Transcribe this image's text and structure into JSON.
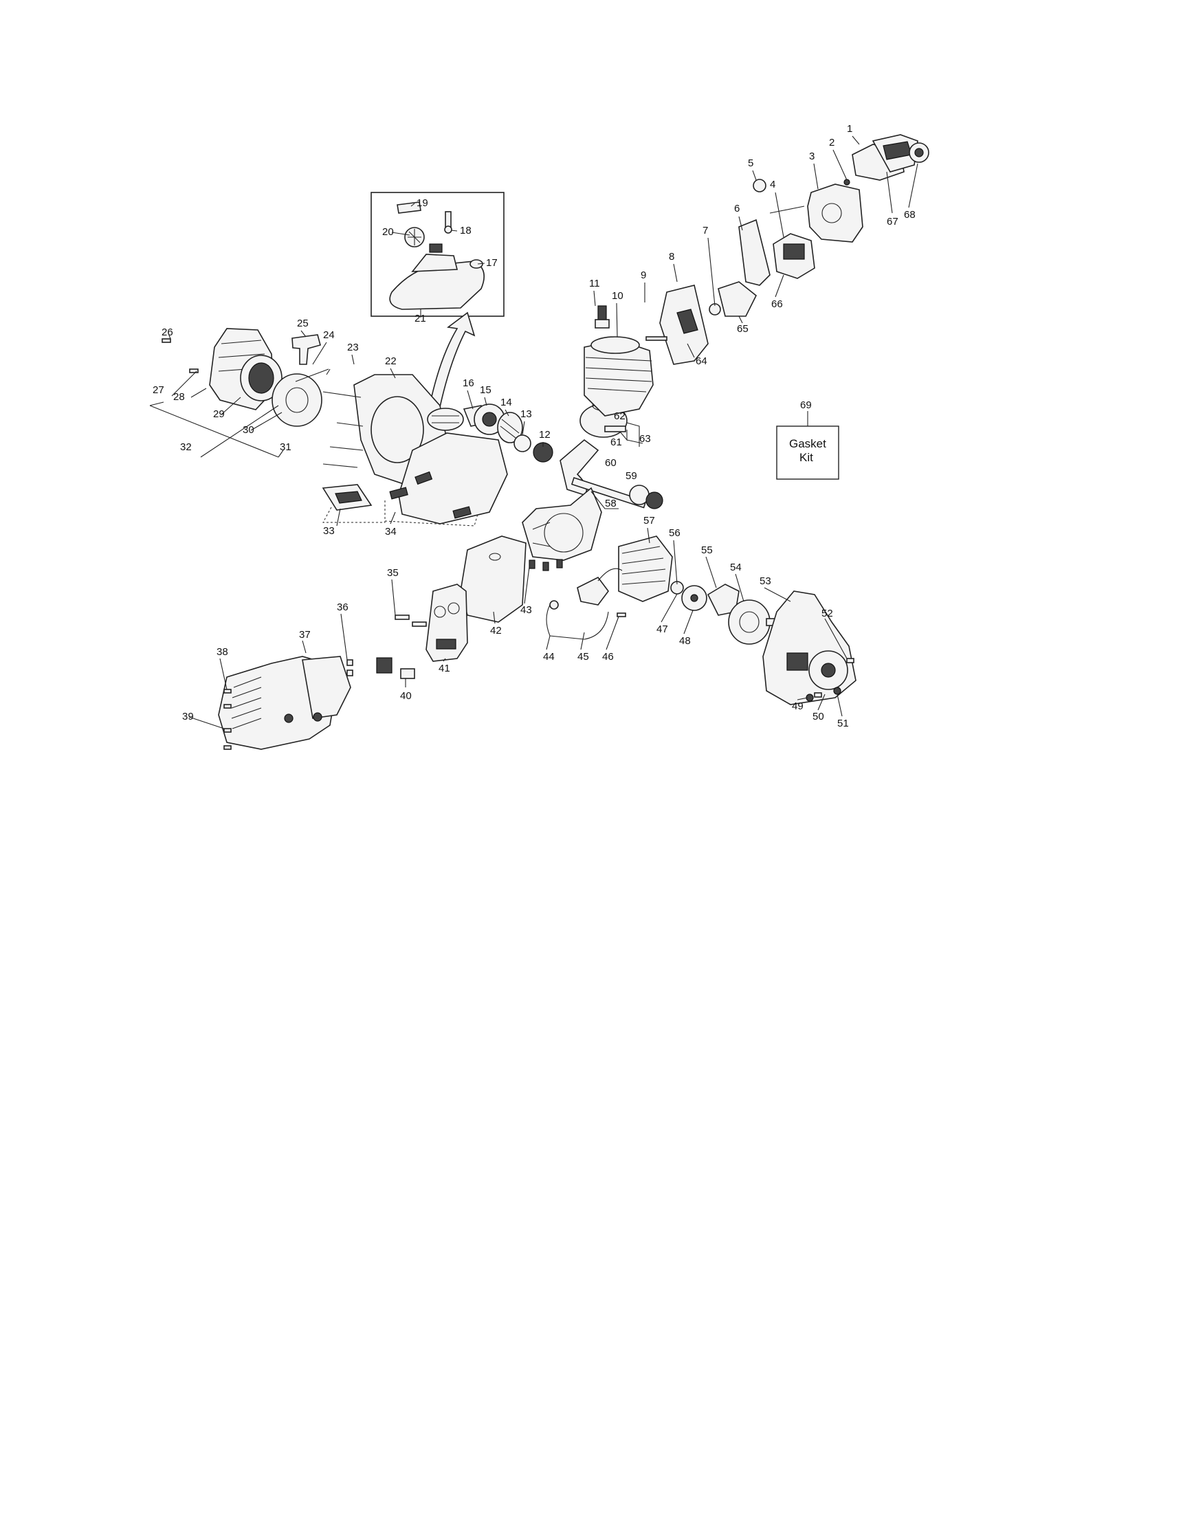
{
  "diagram": {
    "gasket_kit": {
      "number": "69",
      "line1": "Gasket",
      "line2": "Kit"
    },
    "part_numbers": [
      "1",
      "2",
      "3",
      "4",
      "5",
      "6",
      "7",
      "8",
      "9",
      "10",
      "11",
      "12",
      "13",
      "14",
      "15",
      "16",
      "17",
      "18",
      "19",
      "20",
      "21",
      "22",
      "23",
      "24",
      "25",
      "26",
      "27",
      "28",
      "29",
      "30",
      "31",
      "32",
      "33",
      "34",
      "35",
      "36",
      "37",
      "38",
      "39",
      "40",
      "41",
      "42",
      "43",
      "44",
      "45",
      "46",
      "47",
      "48",
      "49",
      "50",
      "51",
      "52",
      "53",
      "54",
      "55",
      "56",
      "57",
      "58",
      "59",
      "60",
      "61",
      "62",
      "63",
      "64",
      "65",
      "66",
      "67",
      "68"
    ]
  }
}
